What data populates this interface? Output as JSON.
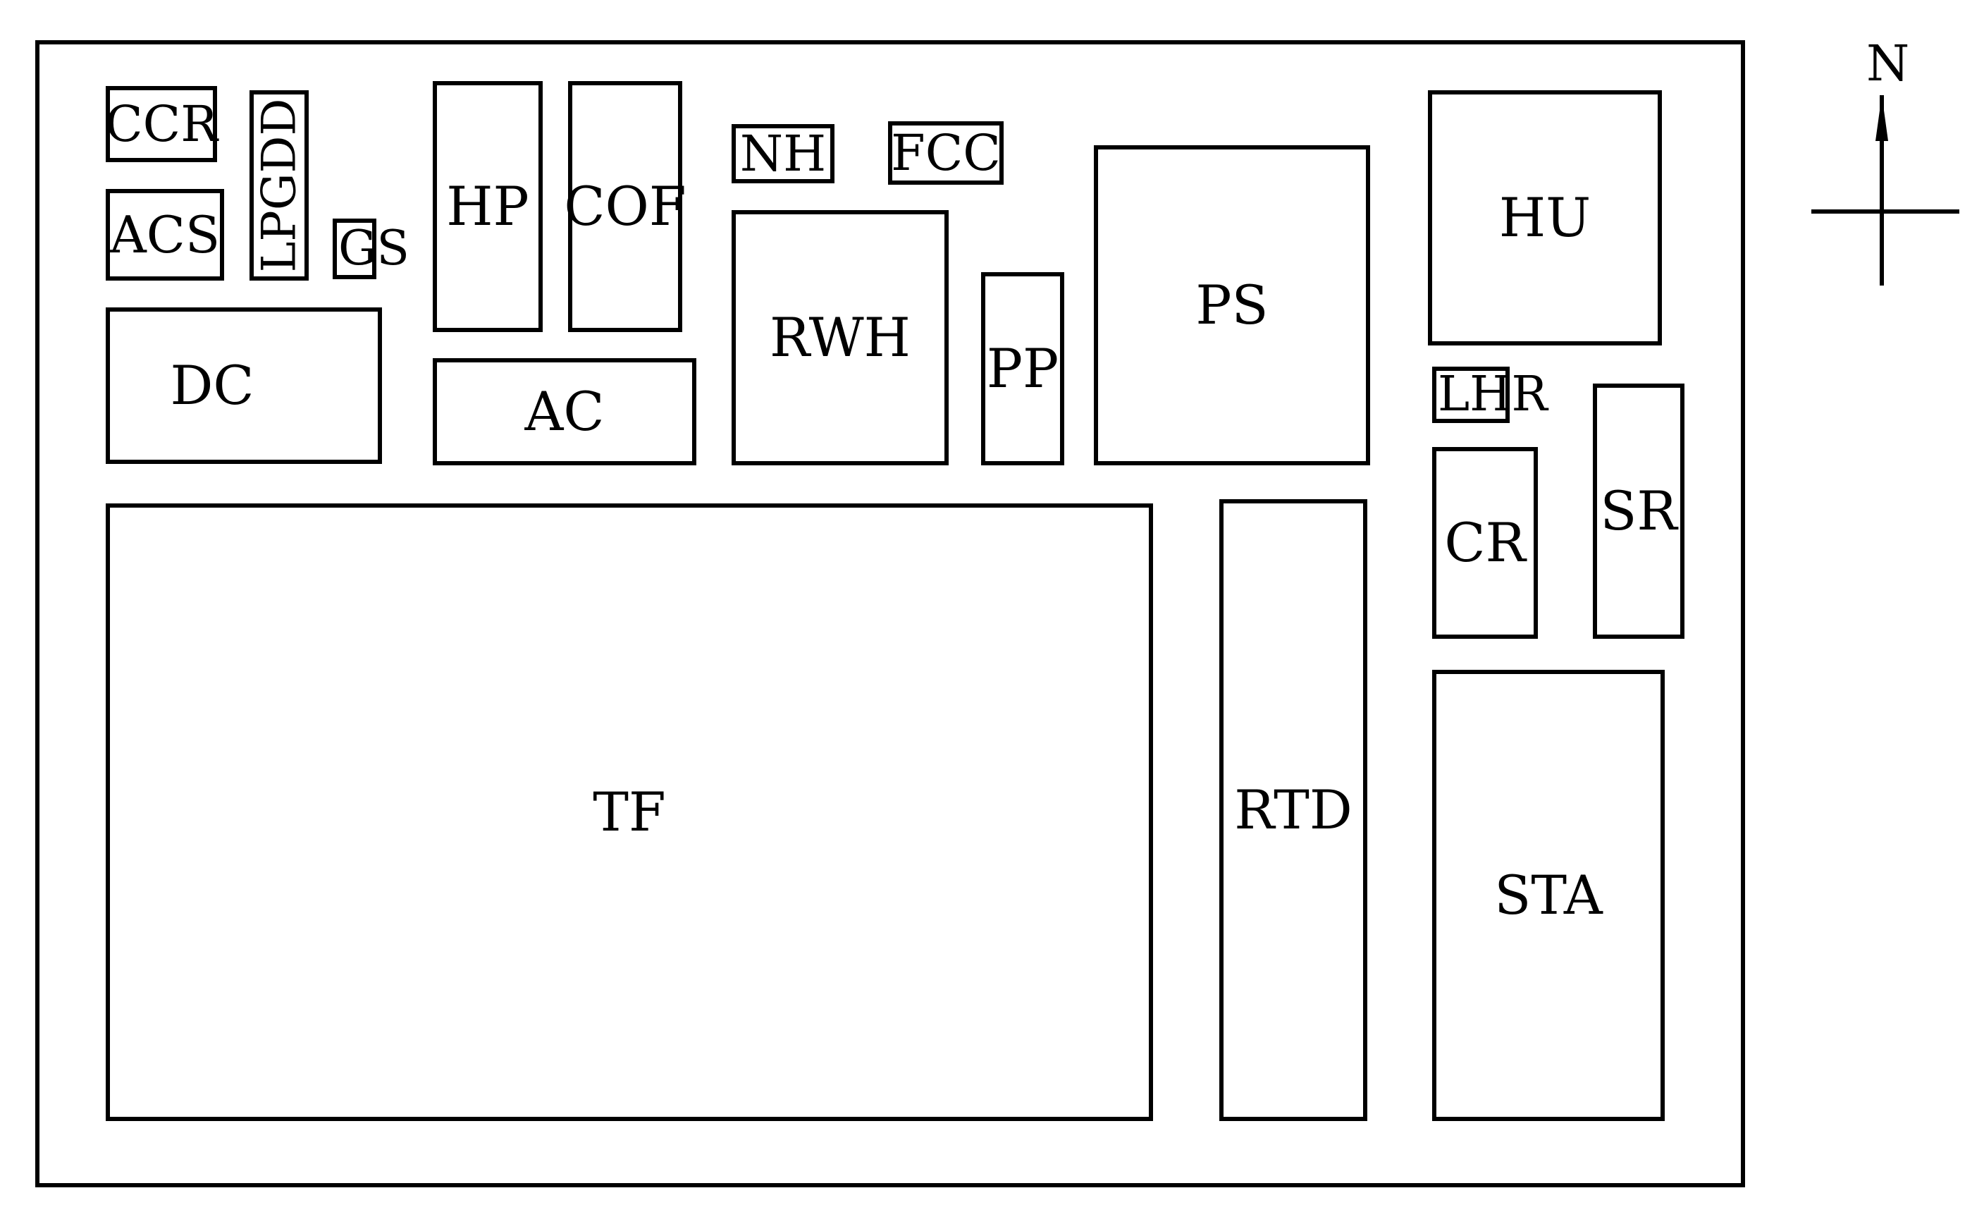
{
  "diagram": {
    "blocks": {
      "ccr": "CCR",
      "acs": "ACS",
      "lpgdd": "LPGDD",
      "gs": "GS",
      "hp": "HP",
      "cof": "COF",
      "nh": "NH",
      "fcc": "FCC",
      "rwh": "RWH",
      "pp": "PP",
      "ps": "PS",
      "hu": "HU",
      "lhr": "LHR",
      "sr": "SR",
      "cr": "CR",
      "dc": "DC",
      "ac": "AC",
      "tf": "TF",
      "rtd": "RTD",
      "sta": "STA"
    },
    "compass": {
      "north": "N"
    }
  }
}
